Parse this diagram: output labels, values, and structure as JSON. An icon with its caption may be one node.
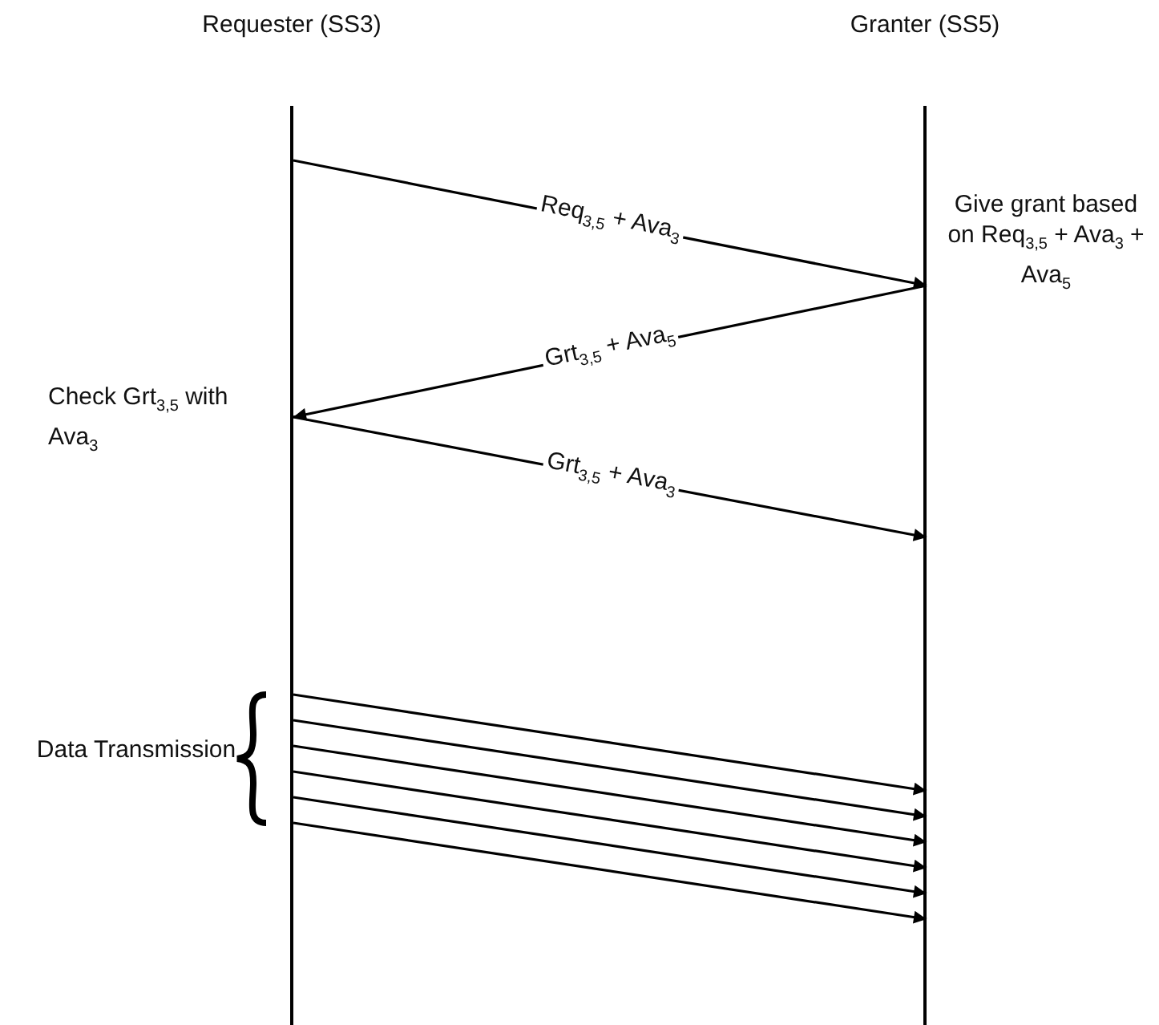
{
  "diagram": {
    "nodes": [
      {
        "text": [
          "Requester (SS3)"
        ]
      },
      {
        "text": [
          "Granter (SS5)"
        ]
      }
    ],
    "edges": [
      {
        "from": 0,
        "to": 1,
        "arrow": "to",
        "label": "Req$_{3,5}$ + Ava$_{3}$"
      },
      {
        "from": 1,
        "to": 0,
        "arrow": "to",
        "label": "Grt$_{3,5}$ + Ava$_{5}$"
      },
      {
        "from": 0,
        "to": 1,
        "arrow": "to",
        "label": "Grt$_{3,5}$ + Ava$_{3}$"
      },
      {
        "from": 0,
        "to": 1,
        "arrow": "to"
      },
      {
        "from": 0,
        "to": 1,
        "arrow": "to"
      },
      {
        "from": 0,
        "to": 1,
        "arrow": "to"
      },
      {
        "from": 0,
        "to": 1,
        "arrow": "to"
      },
      {
        "from": 0,
        "to": 1,
        "arrow": "to"
      },
      {
        "from": 0,
        "to": 1,
        "arrow": "to"
      }
    ],
    "labels": [
      "Give grant based on Req$_{3,5}$ + Ava$_{3}$ + Ava$_{5}$",
      "Check Grt$_{3,5}$ with Ava$_{3}$",
      "Data Transmission"
    ]
  }
}
